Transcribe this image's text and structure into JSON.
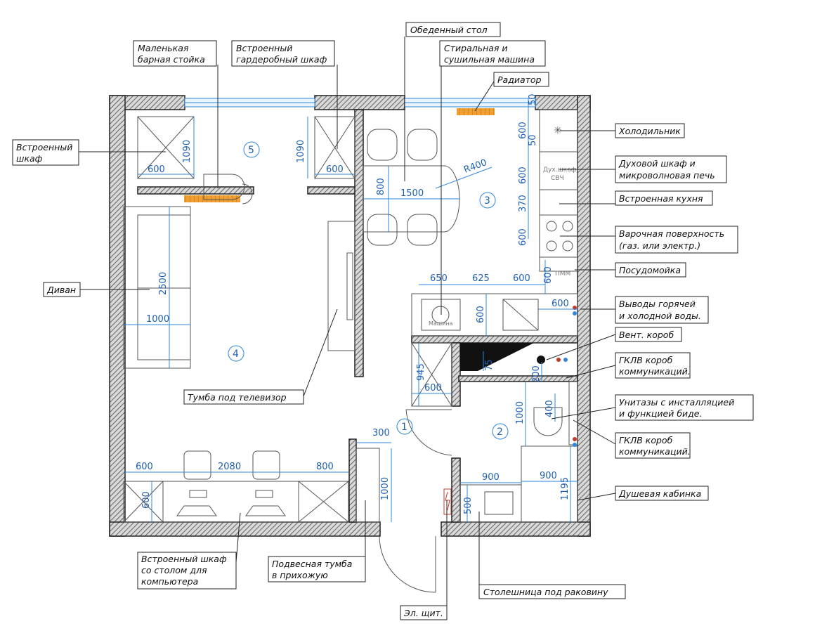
{
  "labels": {
    "small_bar": [
      "Маленькая",
      "барная стойка"
    ],
    "wardrobe": [
      "Встроенный",
      "гардеробный шкаф"
    ],
    "dining_table": [
      "Обеденный стол"
    ],
    "washer": [
      "Стиральная и",
      "сушильная машина"
    ],
    "radiator": [
      "Радиатор"
    ],
    "builtin_closet": [
      "Встроенный",
      "шкаф"
    ],
    "fridge": [
      "Холодильник"
    ],
    "oven": [
      "Духовой шкаф и",
      "микроволновая печь"
    ],
    "kitchen": [
      "Встроенная кухня"
    ],
    "hob": [
      "Варочная поверхность",
      "(газ. или электр.)"
    ],
    "dishwasher": [
      "Посудомойка"
    ],
    "water": [
      "Выводы горячей",
      "и холодной воды."
    ],
    "sofa": [
      "Диван"
    ],
    "vent": [
      "Вент. короб"
    ],
    "gklv1": [
      "ГКЛВ короб",
      "коммуникаций."
    ],
    "tv_stand": [
      "Тумба под телевизор"
    ],
    "toilet": [
      "Унитазы с инсталляцией",
      "и функцией биде."
    ],
    "gklv2": [
      "ГКЛВ короб",
      "коммуникаций."
    ],
    "shower": [
      "Душевая кабинка"
    ],
    "closet_desk": [
      "Встроенный шкаф",
      "со столом для",
      "компьютера"
    ],
    "hall_cabinet": [
      "Подвесная тумба",
      "в прихожую"
    ],
    "sink_counter": [
      "Столешница под раковину"
    ],
    "el_panel": [
      "Эл. щит."
    ]
  },
  "rooms": [
    "1",
    "2",
    "3",
    "4",
    "5"
  ],
  "dimensions": {
    "d600a": "600",
    "d1090a": "1090",
    "d1090b": "1090",
    "d600b": "600",
    "d800": "800",
    "d1500": "1500",
    "r400": "R400",
    "d50a": "50",
    "d600c": "600",
    "d50b": "50",
    "d600d": "600",
    "d370": "370",
    "d600e": "600",
    "d650": "650",
    "d625": "625",
    "d600f": "600",
    "d600g": "600",
    "d600h": "600",
    "d600i": "600",
    "d2500": "2500",
    "d1000a": "1000",
    "d945": "945",
    "d600j": "600",
    "d75": "75",
    "d200": "200",
    "d400": "400",
    "d1000b": "1000",
    "d300": "300",
    "d1000c": "1000",
    "d600k": "600",
    "d2080": "2080",
    "d800b": "800",
    "d600l": "600",
    "d900a": "900",
    "d900b": "900",
    "d1195": "1195",
    "d500": "500"
  },
  "appliance_text": {
    "oven": [
      "Дух.шкаф",
      "СВЧ"
    ],
    "dishwasher": "ПММ",
    "washer": "Машина"
  },
  "colors": {
    "dimension": "#2e86de",
    "wall": "#333333",
    "radiator": "#f0a030"
  }
}
